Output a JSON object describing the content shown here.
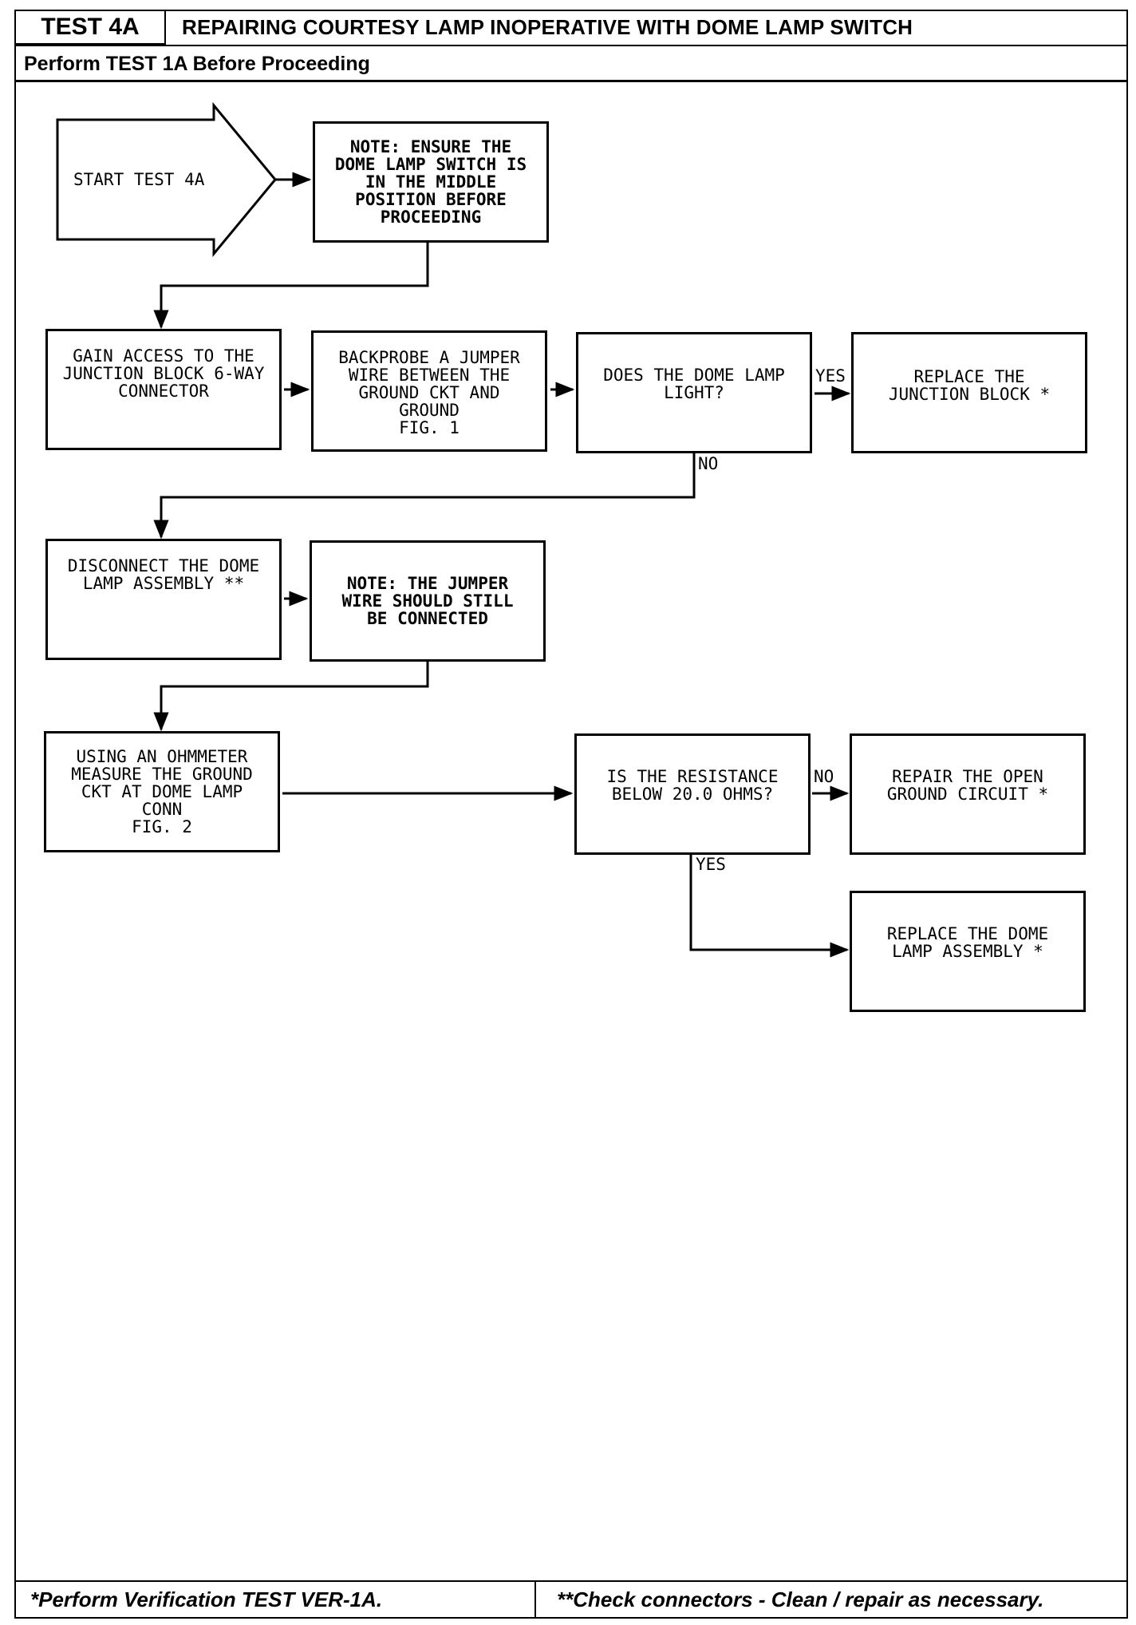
{
  "header": {
    "test_id": "TEST 4A",
    "title": "REPAIRING COURTESY LAMP INOPERATIVE WITH DOME LAMP SWITCH",
    "subtitle": "Perform TEST 1A Before Proceeding"
  },
  "flowchart": {
    "start": "START TEST 4A",
    "note_middle": "NOTE: ENSURE THE\nDOME LAMP SWITCH IS\nIN THE MIDDLE\nPOSITION BEFORE\nPROCEEDING",
    "gain_access": "GAIN ACCESS TO THE\nJUNCTION BLOCK 6-WAY\nCONNECTOR",
    "backprobe": "BACKPROBE A JUMPER\nWIRE BETWEEN THE\nGROUND CKT AND\nGROUND\nFIG. 1",
    "q_dome_light": "DOES THE DOME LAMP\nLIGHT?",
    "replace_junction": "REPLACE THE\nJUNCTION BLOCK *",
    "disconnect_dome": "DISCONNECT THE DOME\nLAMP ASSEMBLY **",
    "note_jumper": "NOTE: THE JUMPER\nWIRE SHOULD STILL\nBE CONNECTED",
    "ohmmeter": "USING AN OHMMETER\nMEASURE THE GROUND\nCKT AT DOME LAMP\nCONN\nFIG. 2",
    "q_resistance": "IS THE RESISTANCE\nBELOW 20.0 OHMS?",
    "repair_open": "REPAIR THE OPEN\nGROUND CIRCUIT *",
    "replace_dome": "REPLACE THE DOME\nLAMP ASSEMBLY *",
    "label_yes_1": "YES",
    "label_no_1": "NO",
    "label_no_2": "NO",
    "label_yes_2": "YES"
  },
  "footer": {
    "left": "*Perform Verification TEST VER-1A.",
    "right": "**Check connectors - Clean / repair as necessary."
  }
}
